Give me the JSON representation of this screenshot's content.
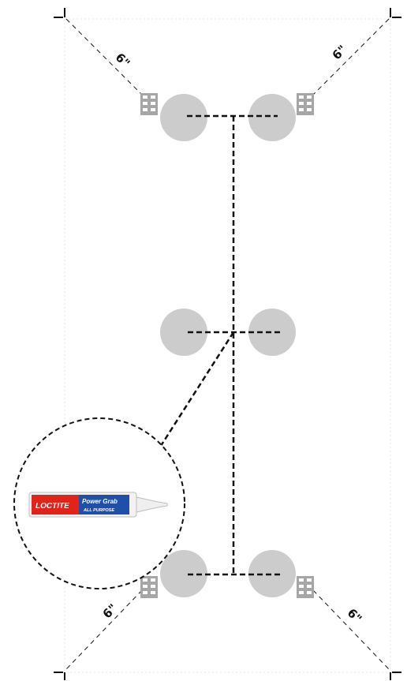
{
  "measurements": {
    "top_left": "6\"",
    "top_right": "6\"",
    "bottom_left": "6\"",
    "bottom_right": "6\""
  },
  "product": {
    "brand": "LOCTITE",
    "name": "Power Grab",
    "variant": "ALL PURPOSE"
  },
  "colors": {
    "pad": "#cccccc",
    "dash_line": "#111111",
    "panel_border": "#e6e6e6",
    "anchor": "#a6a6a6",
    "tube_red": "#e2231a",
    "tube_blue": "#1f4fa8",
    "tube_body": "#f2f2f2"
  }
}
